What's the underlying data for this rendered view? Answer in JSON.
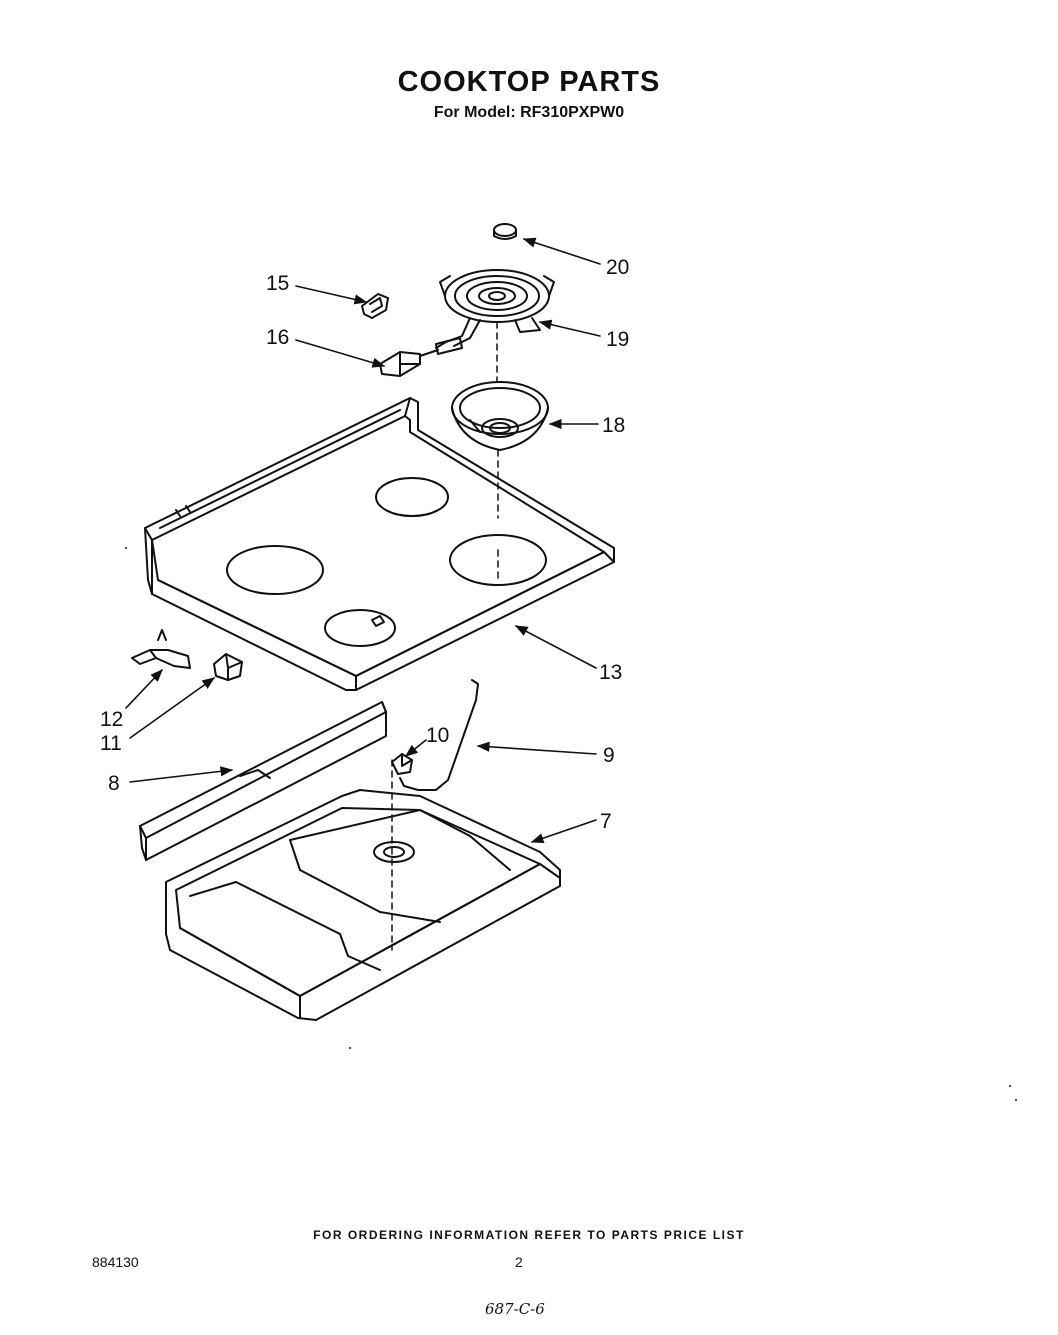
{
  "header": {
    "title": "COOKTOP PARTS",
    "subtitle": "For Model: RF310PXPW0"
  },
  "callouts": [
    "20",
    "15",
    "19",
    "16",
    "18",
    "13",
    "12",
    "11",
    "10",
    "9",
    "8",
    "7"
  ],
  "footer": {
    "note": "FOR ORDERING INFORMATION REFER TO PARTS PRICE LIST",
    "doc_number": "884130",
    "page_number": "2",
    "handwritten": "687-C-6"
  }
}
